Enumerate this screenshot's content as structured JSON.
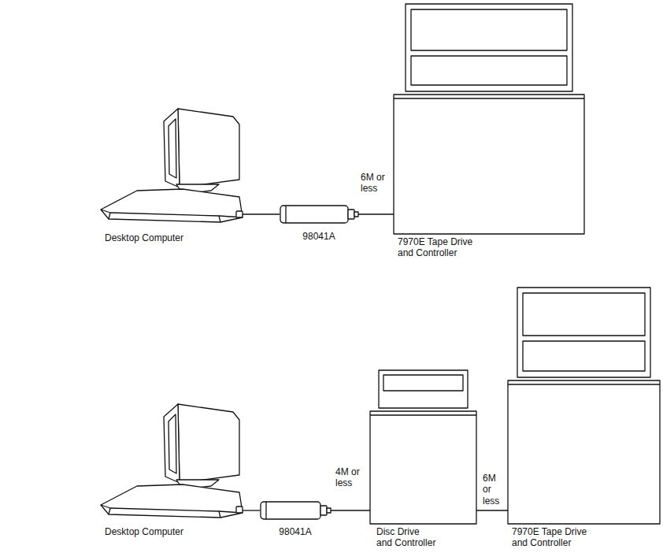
{
  "diagram": {
    "nodes": [
      {
        "text": [
          "Desktop Computer"
        ]
      },
      {
        "text": [
          "98041A"
        ]
      },
      {
        "text": [
          "7970E Tape Drive and Controller"
        ]
      },
      {
        "text": [
          "Desktop Computer"
        ]
      },
      {
        "text": [
          "98041A"
        ]
      },
      {
        "text": [
          "Disc Drive and Controller"
        ]
      },
      {
        "text": [
          "7970E Tape Drive and Controller"
        ]
      }
    ],
    "edges": [
      {
        "from": 0,
        "to": 1,
        "arrow": "none"
      },
      {
        "from": 1,
        "to": 2,
        "label": "6M or less",
        "arrow": "none"
      },
      {
        "from": 3,
        "to": 4,
        "arrow": "none"
      },
      {
        "from": 4,
        "to": 5,
        "label": "4M or less",
        "arrow": "none"
      },
      {
        "from": 5,
        "to": 6,
        "label": "6M or less",
        "arrow": "none"
      }
    ]
  }
}
